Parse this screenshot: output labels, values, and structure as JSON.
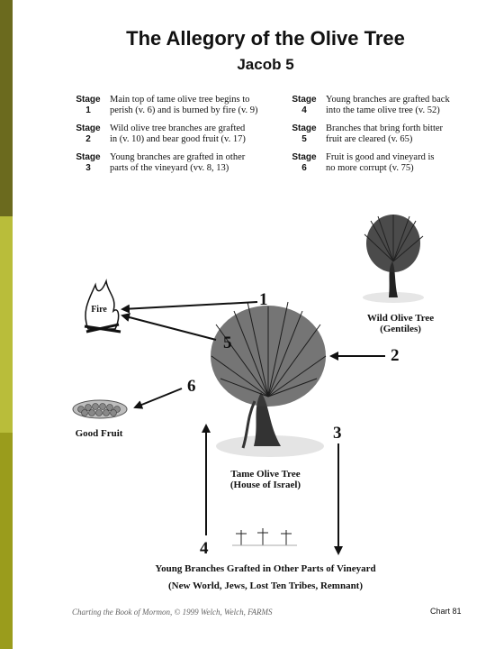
{
  "title": "The Allegory of the Olive Tree",
  "subtitle": "Jacob 5",
  "stages": [
    {
      "label": "Stage",
      "number": "1",
      "line1": "Main top of tame olive tree begins to",
      "line2": "perish (v. 6) and is burned by fire (v. 9)"
    },
    {
      "label": "Stage",
      "number": "2",
      "line1": "Wild olive tree branches are grafted",
      "line2": "in (v. 10) and bear good fruit (v. 17)"
    },
    {
      "label": "Stage",
      "number": "3",
      "line1": "Young branches are grafted in other",
      "line2": "parts of the vineyard (vv. 8, 13)"
    },
    {
      "label": "Stage",
      "number": "4",
      "line1": "Young branches are grafted back",
      "line2": "into the tame olive tree (v. 52)"
    },
    {
      "label": "Stage",
      "number": "5",
      "line1": "Branches that bring forth bitter",
      "line2": "fruit are cleared (v. 65)"
    },
    {
      "label": "Stage",
      "number": "6",
      "line1": "Fruit is good and vineyard is",
      "line2": "no more corrupt (v. 75)"
    }
  ],
  "nodes": {
    "fire": "Fire",
    "wild_tree": {
      "line1": "Wild Olive Tree",
      "line2": "(Gentiles)"
    },
    "good_fruit": "Good Fruit",
    "tame_tree": {
      "line1": "Tame Olive Tree",
      "line2": "(House of Israel)"
    },
    "young_branches": {
      "line1": "Young Branches Grafted in Other Parts of Vineyard",
      "line2": "(New World, Jews, Lost Ten Tribes, Remnant)"
    }
  },
  "arrow_numbers": [
    "1",
    "2",
    "3",
    "4",
    "5",
    "6"
  ],
  "footer": "Charting the Book of Mormon, © 1999 Welch, Welch, FARMS",
  "chart_number": "Chart 81",
  "colors": {
    "band_dark": "#6b6a1e",
    "band_light": "#b9bd3a",
    "band_mid": "#9a9c1c"
  }
}
